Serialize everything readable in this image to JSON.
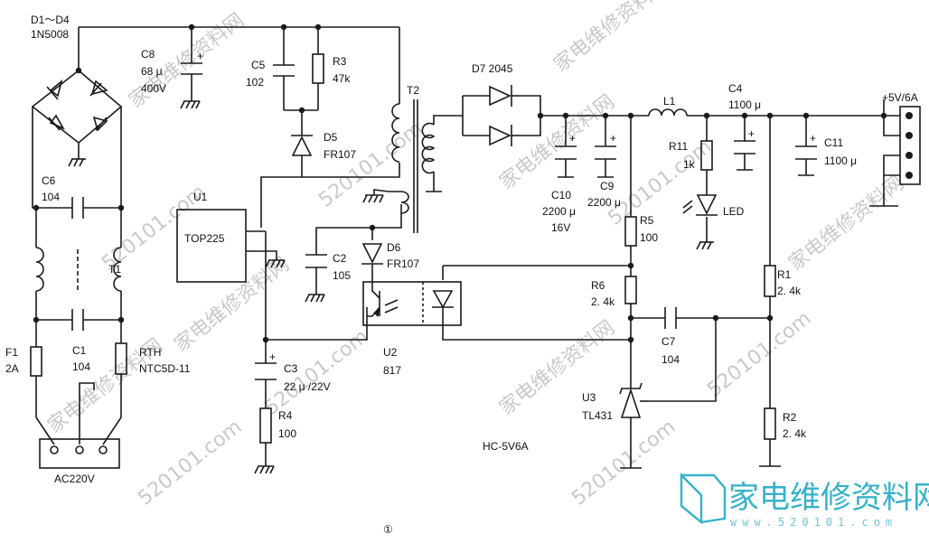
{
  "diagram": {
    "model": "HC-5V6A",
    "figure_number": "①",
    "colors": {
      "ink": "#1a1a1a",
      "watermark": "#c9c9c9",
      "logo": "#35b2c8"
    }
  },
  "labels": {
    "d1_d4": "D1～D4",
    "d1_d4_part": "1N5008",
    "c8": "C8",
    "c8_val1": "68 μ",
    "c8_val2": "400V",
    "c5": "C5",
    "c5_val": "102",
    "r3": "R3",
    "r3_val": "47k",
    "d5": "D5",
    "d5_part": "FR107",
    "t2": "T2",
    "d7": "D7 2045",
    "l1": "L1",
    "c4": "C4",
    "c4_val": "1100 μ",
    "output": "+5V/6A",
    "c6": "C6",
    "c6_val": "104",
    "u1": "U1",
    "u1_part": "TOP225",
    "c2": "C2",
    "c2_val": "105",
    "d6": "D6",
    "d6_part": "FR107",
    "c10": "C10",
    "c10_val1": "2200 μ",
    "c10_val2": "16V",
    "c9": "C9",
    "c9_val": "2200 μ",
    "r11": "R11",
    "r11_val": "1k",
    "led": "LED",
    "c11": "C11",
    "c11_val": "1100 μ",
    "t1": "T1",
    "r5": "R5",
    "r5_val": "100",
    "r6": "R6",
    "r6_val": "2. 4k",
    "r1": "R1",
    "r1_val": "2. 4k",
    "f1": "F1",
    "f1_val": "2A",
    "c1": "C1",
    "c1_val": "104",
    "rth": "RTH",
    "rth_val": "NTC5D-11",
    "u2": "U2",
    "u2_part": "817",
    "c7": "C7",
    "c7_val": "104",
    "c3": "C3",
    "c3_val": "22 μ /22V",
    "u3": "U3",
    "u3_part": "TL431",
    "r4": "R4",
    "r4_val": "100",
    "r2": "R2",
    "r2_val": "2. 4k",
    "ac": "AC220V"
  },
  "watermark": {
    "site_cn": "家电维修资料网",
    "site_num": "520101.com",
    "logo_cn": "家电维修资料网",
    "logo_url": "www.520101.com"
  }
}
